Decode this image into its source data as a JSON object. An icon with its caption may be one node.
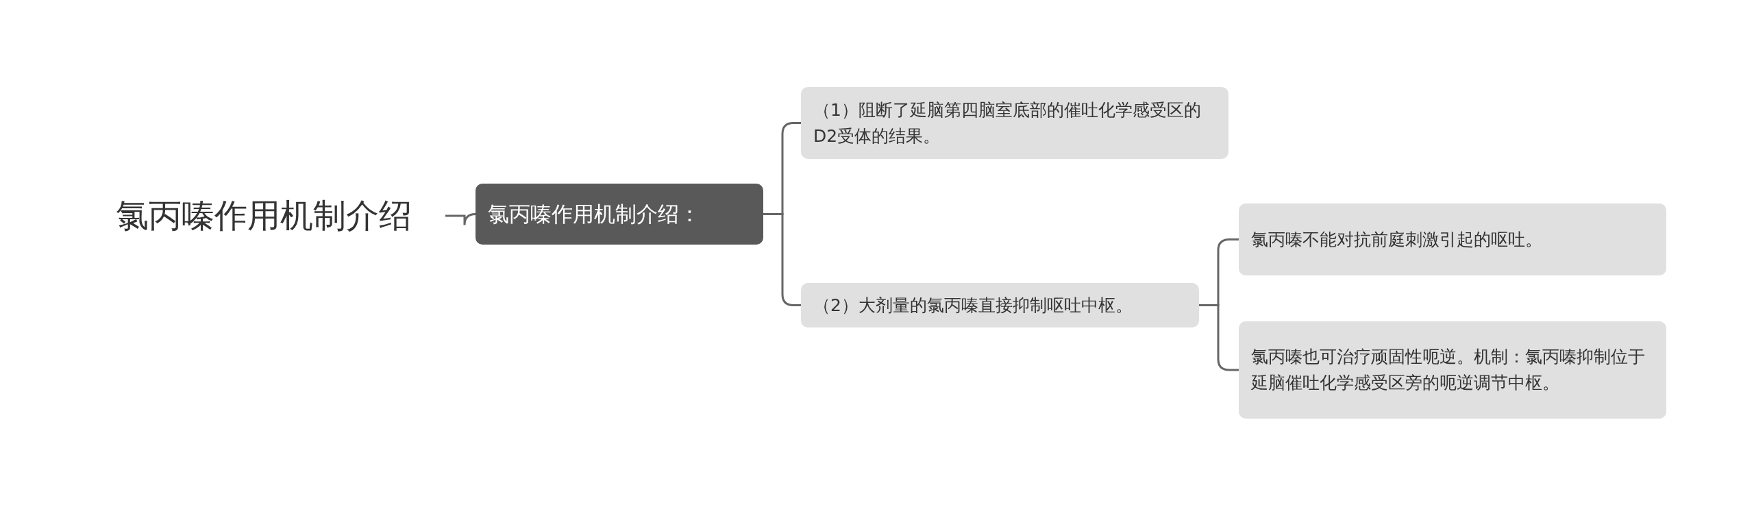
{
  "diagram": {
    "nodes": [
      {
        "text": [
          "氯丙嗪作用机制介绍"
        ]
      },
      {
        "text": [
          "氯丙嗪作用机制介绍："
        ]
      },
      {
        "text": [
          "（1）阻断了延脑第四脑室底部的催吐化学感受区的D2受体的结果。"
        ]
      },
      {
        "text": [
          "（2）大剂量的氯丙嗪直接抑制呕吐中枢。"
        ]
      },
      {
        "text": [
          "氯丙嗪不能对抗前庭刺激引起的呕吐。"
        ]
      },
      {
        "text": [
          "氯丙嗪也可治疗顽固性呃逆。机制：氯丙嗪抑制位于延脑催吐化学感受区旁的呃逆调节中枢。"
        ]
      }
    ],
    "edges": [
      {
        "from": 0,
        "to": 1,
        "arrow": "none"
      },
      {
        "from": 1,
        "to": 2,
        "arrow": "none"
      },
      {
        "from": 1,
        "to": 3,
        "arrow": "none"
      },
      {
        "from": 3,
        "to": 4,
        "arrow": "none"
      },
      {
        "from": 3,
        "to": 5,
        "arrow": "none"
      }
    ]
  }
}
